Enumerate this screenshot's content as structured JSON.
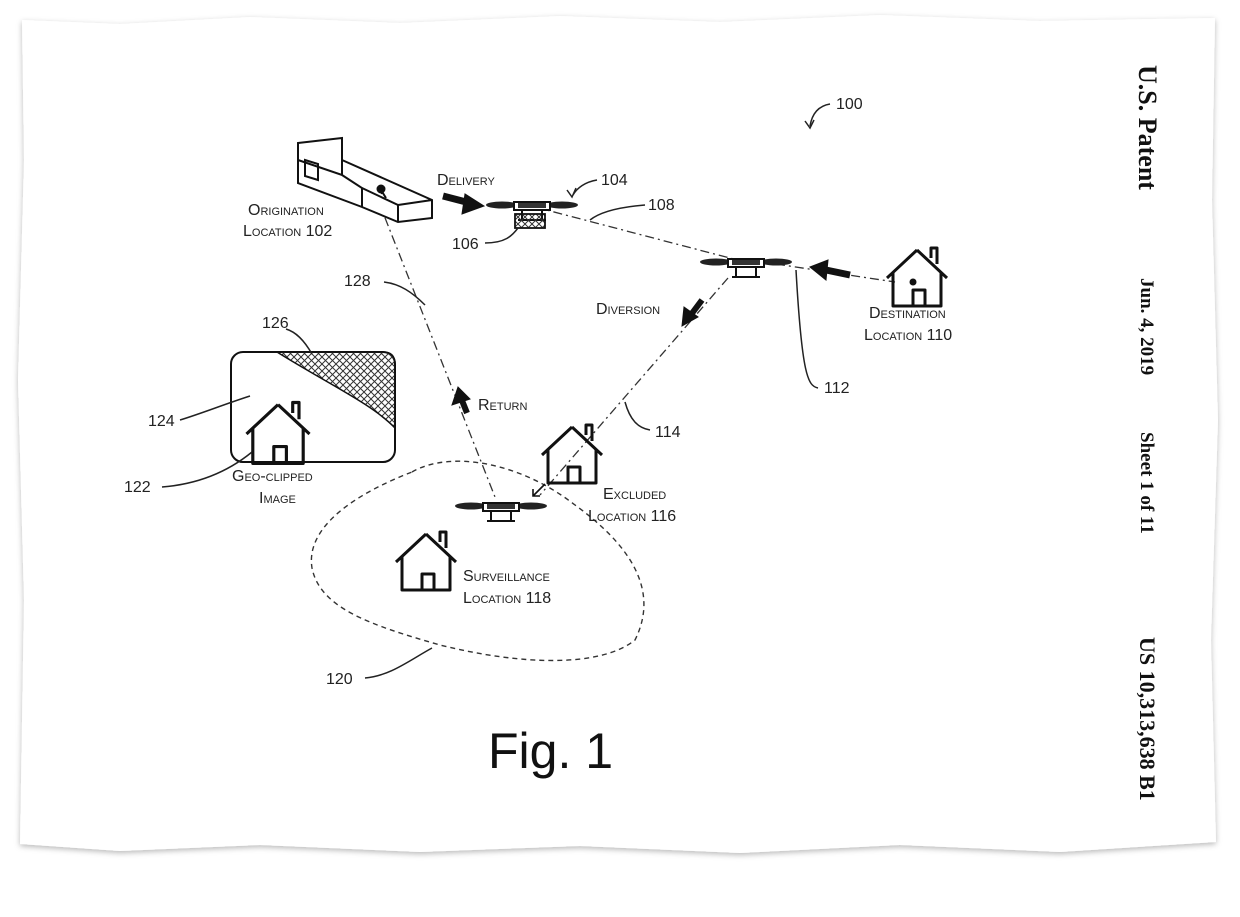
{
  "header": {
    "publication": "U.S. Patent",
    "date": "Jun. 4, 2019",
    "sheet": "Sheet 1 of 11",
    "patent_number": "US 10,313,638 B1"
  },
  "figure": {
    "title": "Fig. 1",
    "system_ref": "100",
    "labels": {
      "delivery": "Delivery",
      "diversion": "Diversion",
      "return": "Return",
      "origination_1": "Origination",
      "origination_2": "Location 102",
      "destination_1": "Destination",
      "destination_2": "Location 110",
      "excluded_1": "Excluded",
      "excluded_2": "Location 116",
      "surveillance_1": "Surveillance",
      "surveillance_2": "Location 118",
      "geoclip_1": "Geo-clipped",
      "geoclip_2": "Image"
    },
    "refs": {
      "r104": "104",
      "r106": "106",
      "r108": "108",
      "r112": "112",
      "r114": "114",
      "r120": "120",
      "r122": "122",
      "r124": "124",
      "r126": "126",
      "r128": "128"
    }
  }
}
